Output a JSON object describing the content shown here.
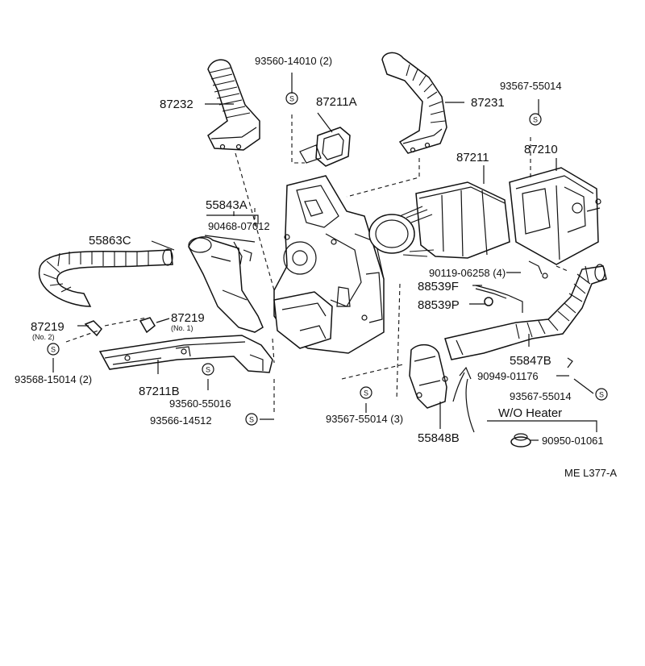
{
  "labels": {
    "p87232": "87232",
    "p93560_14010": "93560-14010 (2)",
    "p87211A": "87211A",
    "p87231": "87231",
    "p93567_55014_top": "93567-55014",
    "p87211": "87211",
    "p87210": "87210",
    "p55843A": "55843A",
    "p90468": "90468-07012",
    "p55863C": "55863C",
    "p90119": "90119-06258 (4)",
    "p88539F": "88539F",
    "p88539P": "88539P",
    "p87219_no2": "87219",
    "p87219_no2_sub": "(No. 2)",
    "p87219_no1": "87219",
    "p87219_no1_sub": "(No. 1)",
    "p55847B": "55847B",
    "p93568": "93568-15014 (2)",
    "p87211B": "87211B",
    "p90949": "90949-01176",
    "p93567_55014_right": "93567-55014",
    "p93560_55016": "93560-55016",
    "p93566": "93566-14512",
    "p93567_55014_3": "93567-55014 (3)",
    "p55848B": "55848B",
    "wo_heater": "W/O Heater",
    "p90950": "90950-01061",
    "figure_code": "ME L377-A"
  },
  "screw_symbol": "S"
}
